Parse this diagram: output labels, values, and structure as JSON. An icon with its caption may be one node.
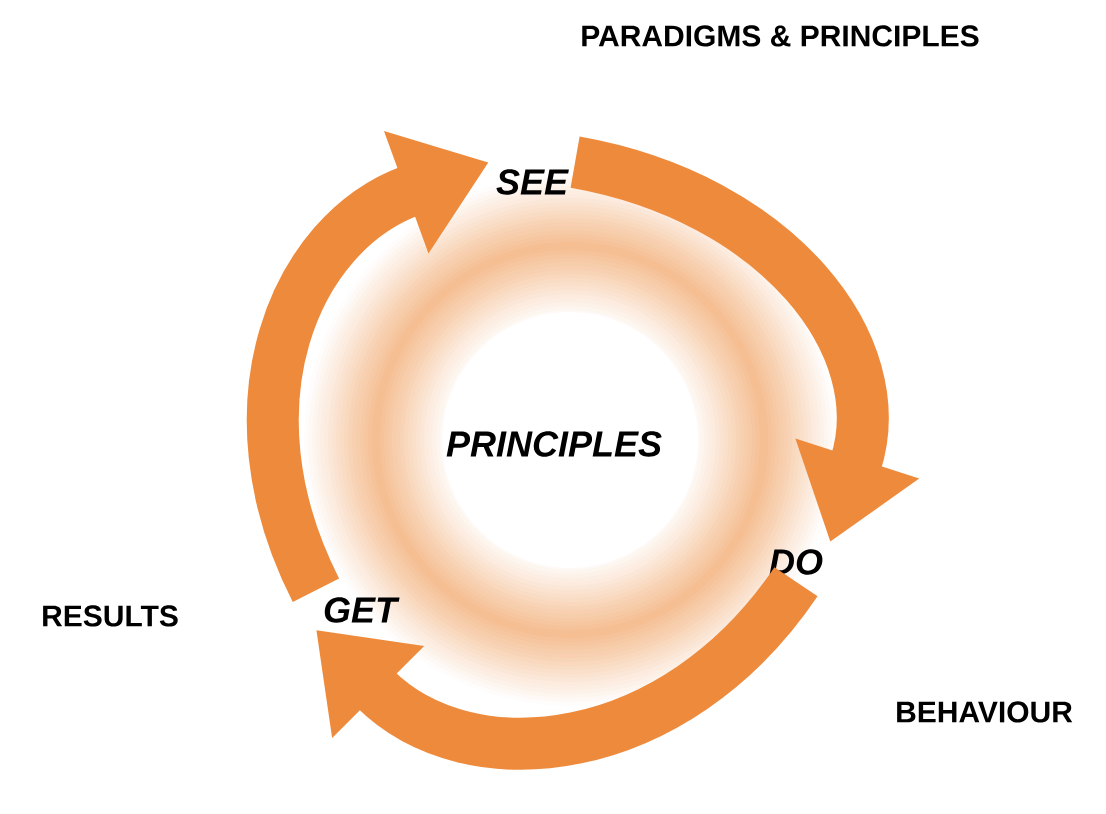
{
  "diagram": {
    "nodes": [
      {
        "text": [
          "SEE"
        ]
      },
      {
        "text": [
          "DO"
        ]
      },
      {
        "text": [
          "GET"
        ]
      }
    ],
    "edges": [
      {
        "from": 2,
        "to": 0,
        "arrow": "to"
      },
      {
        "from": 0,
        "to": 1,
        "arrow": "to"
      },
      {
        "from": 1,
        "to": 2,
        "arrow": "to"
      }
    ],
    "labels": [
      "PARADIGMS & PRINCIPLES",
      "PRINCIPLES",
      "RESULTS",
      "BEHAVIOUR"
    ]
  }
}
